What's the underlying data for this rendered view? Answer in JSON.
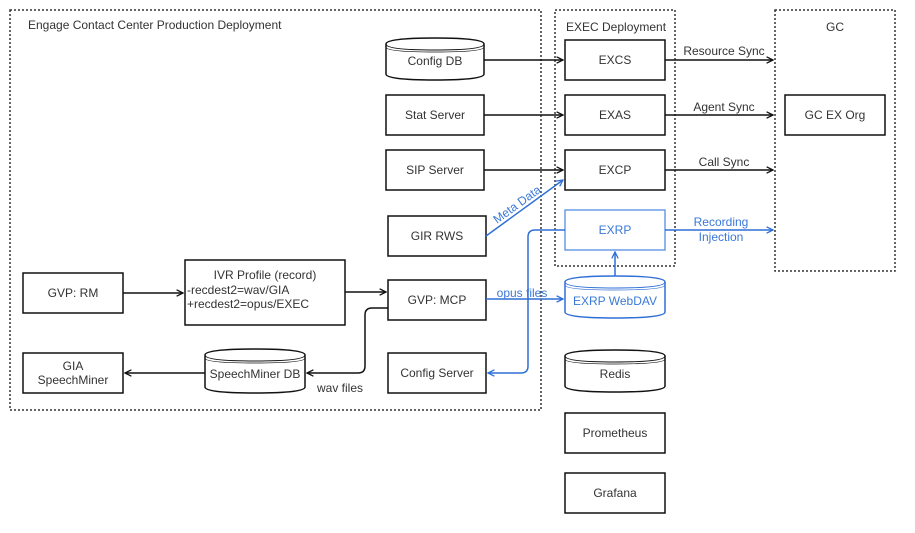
{
  "colors": {
    "black": "#111111",
    "blue": "#2f6fd6",
    "blue_box": "#6b9be8",
    "text": "#333333",
    "blue_text": "#3a78d8"
  },
  "groups": {
    "engage": "Engage Contact Center Production Deployment",
    "exec": "EXEC Deployment",
    "gc": "GC"
  },
  "nodes": {
    "config_db": "Config DB",
    "stat_server": "Stat Server",
    "sip_server": "SIP Server",
    "gir_rws": "GIR RWS",
    "gvp_rm": "GVP: RM",
    "ivr_profile": [
      "IVR Profile (record)",
      "-recdest2=wav/GIA",
      "+recdest2=opus/EXEC"
    ],
    "gvp_mcp": "GVP: MCP",
    "gia_speechminer": [
      "GIA",
      "SpeechMiner"
    ],
    "speechminer_db": "SpeechMiner DB",
    "config_server": "Config Server",
    "excs": "EXCS",
    "exas": "EXAS",
    "excp": "EXCP",
    "exrp": "EXRP",
    "exrp_webdav": "EXRP WebDAV",
    "redis": "Redis",
    "prometheus": "Prometheus",
    "grafana": "Grafana",
    "gc_ex_org": "GC EX Org"
  },
  "edges": {
    "resource_sync": "Resource Sync",
    "agent_sync": "Agent Sync",
    "call_sync": "Call Sync",
    "meta_data": "Meta Data",
    "recording_injection": [
      "Recording",
      "Injection"
    ],
    "opus_files": "opus files",
    "wav_files": "wav files"
  }
}
